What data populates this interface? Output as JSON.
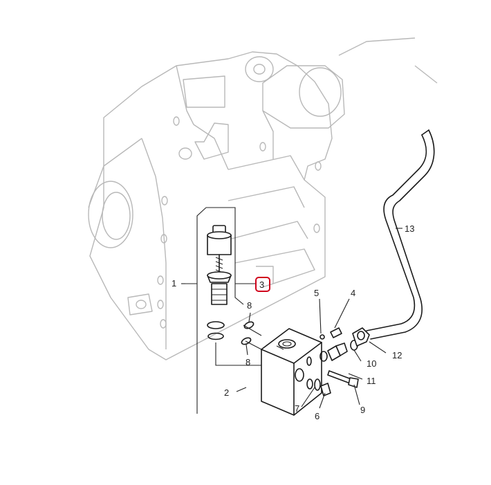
{
  "diagram": {
    "callouts": {
      "c1": "1",
      "c2": "2",
      "c3": "3",
      "c4": "4",
      "c5": "5",
      "c6": "6",
      "c7": "7",
      "c8a": "8",
      "c8b": "8",
      "c9": "9",
      "c10": "10",
      "c11": "11",
      "c12": "12",
      "c13": "13"
    },
    "highlighted_callout": "3",
    "colors": {
      "highlight": "#d0021b",
      "ink": "#1a1a1a",
      "housing": "#b8b8b8",
      "background": "#ffffff"
    }
  }
}
